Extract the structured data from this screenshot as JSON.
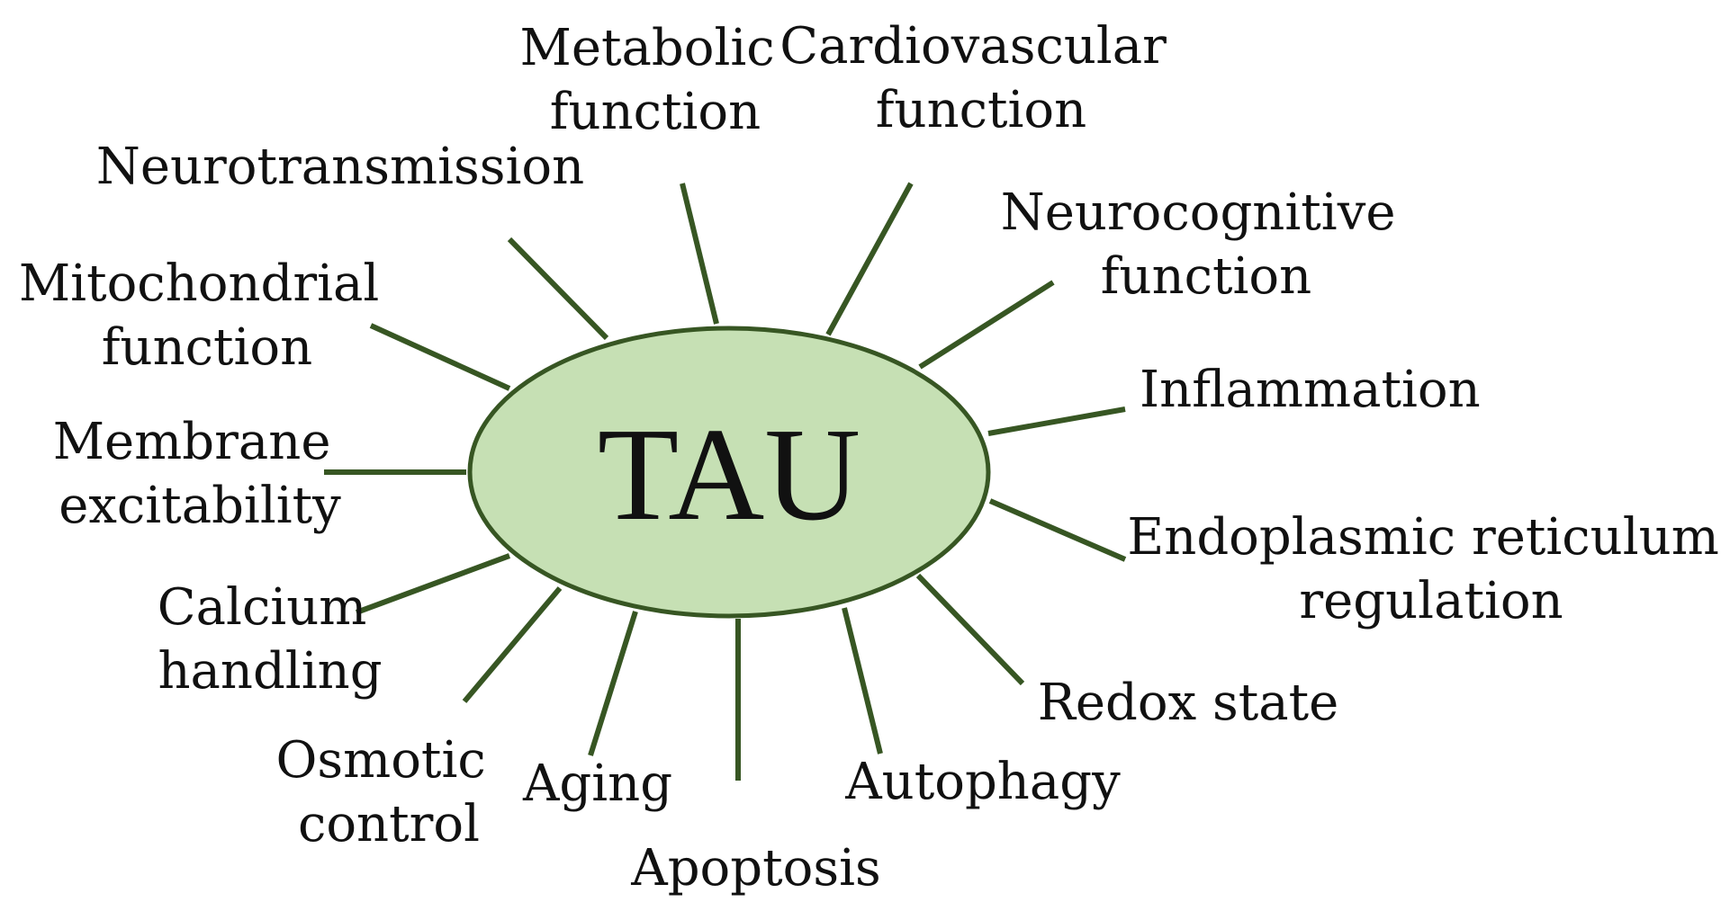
{
  "center": {
    "label": "TAU",
    "fill_color": "#c6e0b4",
    "stroke_color": "#375623"
  },
  "spoke_color": "#375623",
  "nodes": [
    {
      "id": "metabolic",
      "lines": [
        "Metabolic",
        "function"
      ]
    },
    {
      "id": "cardiovascular",
      "lines": [
        "Cardiovascular",
        "function"
      ]
    },
    {
      "id": "neurotransmission",
      "lines": [
        "Neurotransmission"
      ]
    },
    {
      "id": "neurocognitive",
      "lines": [
        "Neurocognitive",
        "function"
      ]
    },
    {
      "id": "mitochondrial",
      "lines": [
        "Mitochondrial",
        "function"
      ]
    },
    {
      "id": "inflammation",
      "lines": [
        "Inflammation"
      ]
    },
    {
      "id": "membrane",
      "lines": [
        "Membrane",
        "excitability"
      ]
    },
    {
      "id": "endoplasmic",
      "lines": [
        "Endoplasmic reticulum",
        "regulation"
      ]
    },
    {
      "id": "calcium",
      "lines": [
        "Calcium",
        "handling"
      ]
    },
    {
      "id": "redox",
      "lines": [
        "Redox state"
      ]
    },
    {
      "id": "osmotic",
      "lines": [
        "Osmotic",
        "control"
      ]
    },
    {
      "id": "aging",
      "lines": [
        "Aging"
      ]
    },
    {
      "id": "autophagy",
      "lines": [
        "Autophagy"
      ]
    },
    {
      "id": "apoptosis",
      "lines": [
        "Apoptosis"
      ]
    }
  ]
}
